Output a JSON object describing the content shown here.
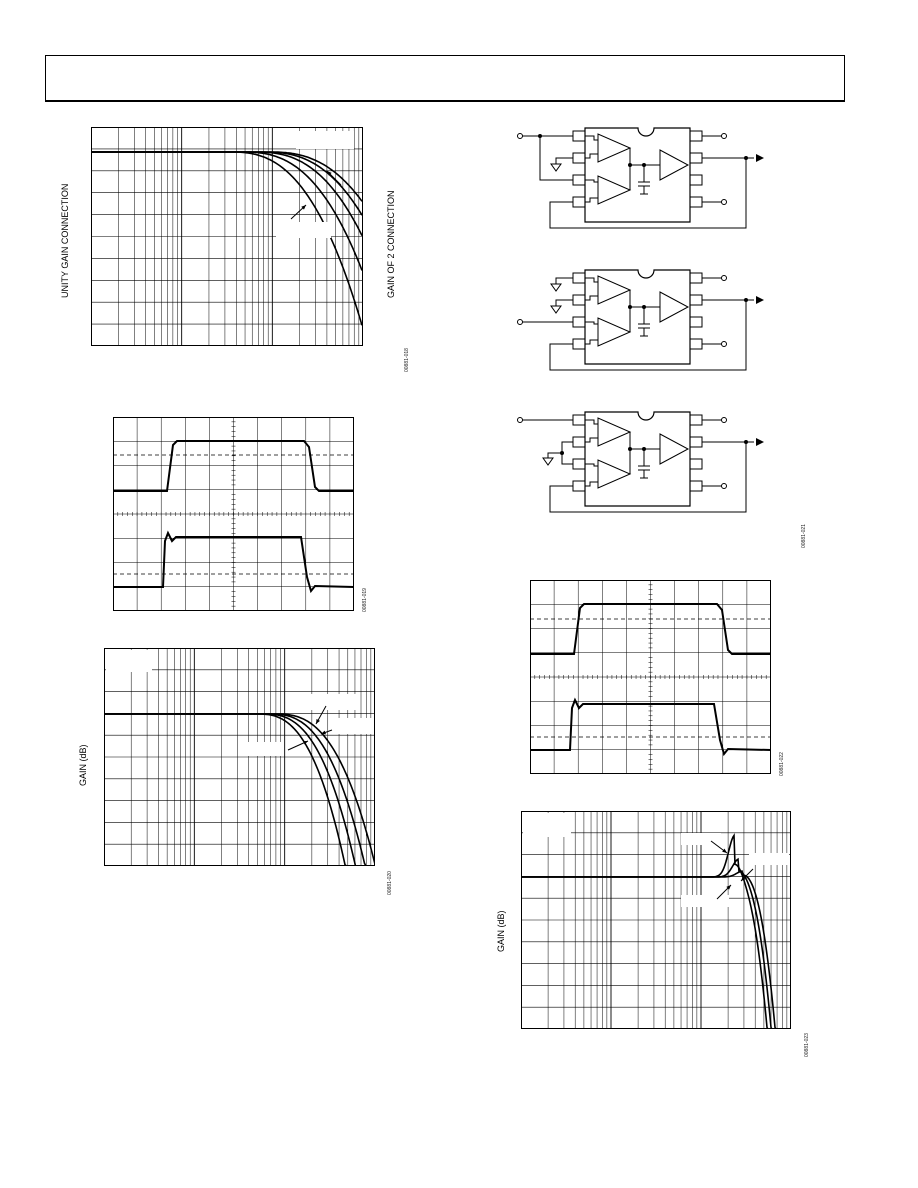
{
  "labels": {
    "unity_gain_connection": "UNITY GAIN CONNECTION",
    "gain_of_2_connection": "GAIN OF 2 CONNECTION",
    "gain_db_a": "GAIN (dB)",
    "gain_db_b": "GAIN (dB)"
  },
  "figure_numbers": {
    "fig18": "00881-018",
    "fig19": "00881-019",
    "fig20": "00881-020",
    "fig21": "00881-021",
    "fig22": "00881-022",
    "fig23": "00881-023"
  }
}
